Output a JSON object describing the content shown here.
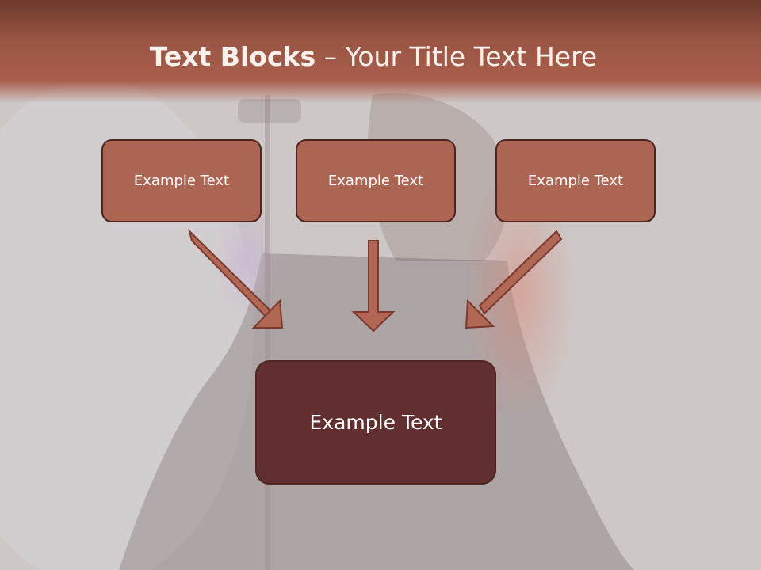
{
  "title": {
    "bold": "Text Blocks",
    "separator": " – ",
    "rest": "Your Title Text Here"
  },
  "blocks": {
    "left": "Example Text",
    "middle": "Example Text",
    "right": "Example Text",
    "bottom": "Example Text"
  },
  "colors": {
    "title_bar": "#a95e4b",
    "top_box_fill": "#ac6553",
    "bottom_box_fill": "#622f31",
    "box_border": "#4f2520",
    "arrow_fill": "#b06854",
    "background": "#cdc7c6"
  }
}
